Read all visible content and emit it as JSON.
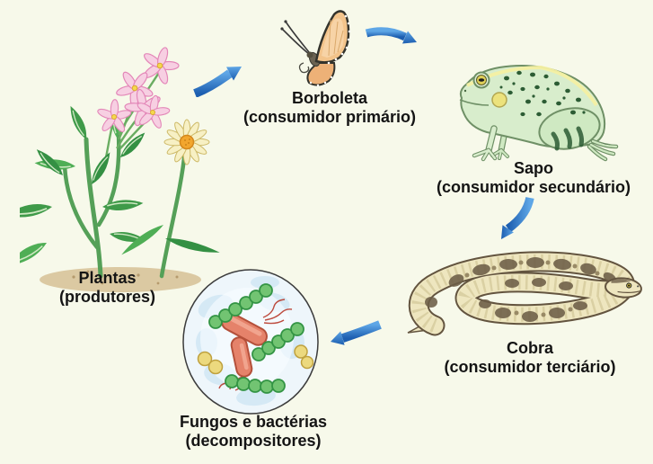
{
  "diagram": {
    "type": "food-chain-cycle",
    "language": "pt-BR",
    "description": "Cadeia alimentar: produtores, consumidores e decompositores"
  },
  "colors": {
    "background": "#f7f9ea",
    "arrow_blue": "#2471c7",
    "arrow_blue_light": "#5ea6e6",
    "arrow_blue_dark": "#1c5eb0",
    "label_text": "#141414"
  },
  "nodes": [
    {
      "id": "plantas",
      "name": "Plantas",
      "role": "(produtores)",
      "icon": "plant-illustration"
    },
    {
      "id": "borboleta",
      "name": "Borboleta",
      "role": "(consumidor primário)",
      "icon": "butterfly-illustration"
    },
    {
      "id": "sapo",
      "name": "Sapo",
      "role": "(consumidor secundário)",
      "icon": "frog-illustration"
    },
    {
      "id": "cobra",
      "name": "Cobra",
      "role": "(consumidor terciário)",
      "icon": "snake-illustration"
    },
    {
      "id": "decompositores",
      "name": "Fungos e bactérias",
      "role": "(decompositores)",
      "icon": "microbes-illustration"
    }
  ],
  "edges": [
    {
      "from": "plantas",
      "to": "borboleta"
    },
    {
      "from": "borboleta",
      "to": "sapo"
    },
    {
      "from": "sapo",
      "to": "cobra"
    },
    {
      "from": "cobra",
      "to": "decompositores"
    }
  ]
}
